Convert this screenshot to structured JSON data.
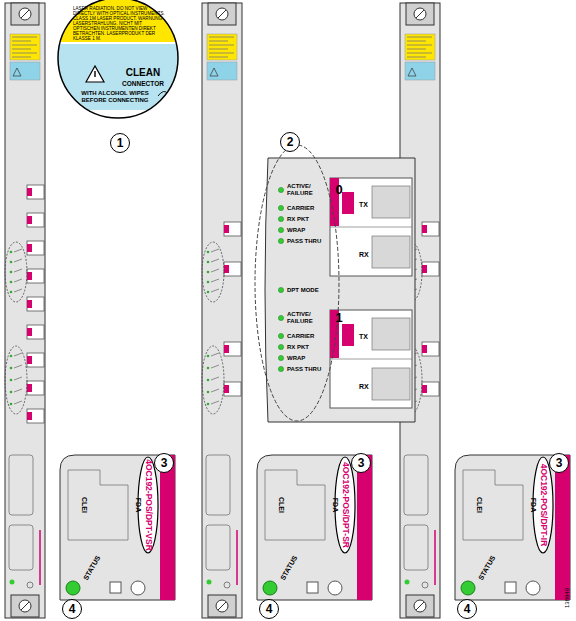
{
  "diagram": {
    "nodes": [
      {
        "text": [
          "1"
        ]
      },
      {
        "text": [
          "2"
        ]
      },
      {
        "text": [
          "3"
        ]
      },
      {
        "text": [
          "3"
        ]
      },
      {
        "text": [
          "3"
        ]
      },
      {
        "text": [
          "4"
        ]
      },
      {
        "text": [
          "4"
        ]
      },
      {
        "text": [
          "4"
        ]
      }
    ],
    "labels": [
      "LASER RADIATION. DO NOT VIEW DIRECTLY WITH OPTICAL INSTRUMENTS. CLASS 1M LASER PRODUCT. WARNUNG: LASERSTRAHLUNG. NICHT MIT OPTISCHEN INSTRUMENTEN DIREKT BETRACHTEN. LASERPRODUKT DER KLASSE 1 M.",
      "CLEAN",
      "CONNECTOR",
      "WITH ALCOHOL WIPES BEFORE CONNECTING",
      "ACTIVE/ FAILURE",
      "0",
      "CARRIER",
      "RX PKT",
      "WRAP",
      "PASS THRU",
      "TX",
      "RX",
      "DPT MODE",
      "ACTIVE/ FAILURE",
      "1",
      "CARRIER",
      "RX PKT",
      "WRAP",
      "PASS THRU",
      "TX",
      "RX",
      "4OC192-POS/DPT-VSR",
      "CLEI",
      "FDA",
      "STATUS",
      "4OC192-POS/DPT-SR",
      "CLEI",
      "FDA",
      "STATUS",
      "4OC192-POS/DPT-IR",
      "CLEI",
      "FDA",
      "STATUS",
      "138949"
    ]
  }
}
